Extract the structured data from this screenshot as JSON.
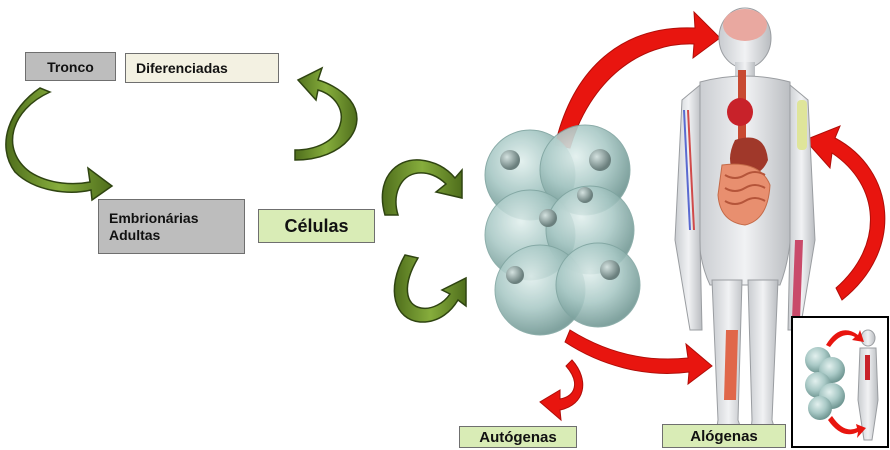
{
  "labels": {
    "tronco": "Tronco",
    "diferenciadas": "Diferenciadas",
    "embrionarias": "Embrionárias",
    "adultas": "Adultas",
    "celulas": "Células",
    "alogenas": "Alógenas",
    "autogenas": "Autógenas"
  },
  "colors": {
    "green_arrow": "#6b8e2a",
    "red_arrow": "#e8150f",
    "cell": "#a9c9c6",
    "label_gray": "#bdbdbd",
    "label_green": "#d9ecb6",
    "label_cream": "#f3f1e2"
  },
  "icons": [
    "green-curved-arrow-icon",
    "red-curved-arrow-icon",
    "stem-cell-cluster-icon",
    "human-body-anatomy-icon"
  ]
}
